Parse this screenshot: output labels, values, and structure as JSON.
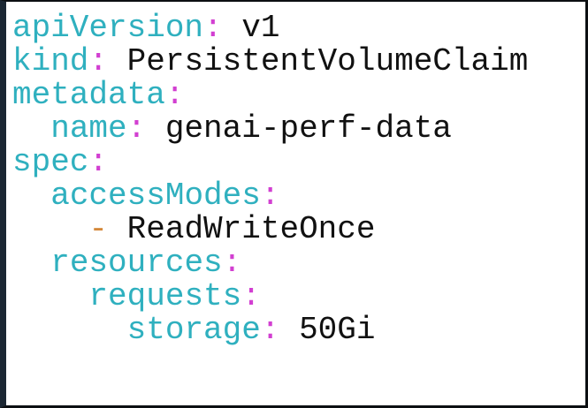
{
  "colors": {
    "key": "#2fb0bf",
    "colon": "#d23fd1",
    "value": "#111111",
    "dash": "#d4883a",
    "background": "#ffffff",
    "border": "#0c0f12"
  },
  "yaml": {
    "lines": [
      {
        "indent": "",
        "key": "apiVersion",
        "colon": ":",
        "value": " v1"
      },
      {
        "indent": "",
        "key": "kind",
        "colon": ":",
        "value": " PersistentVolumeClaim"
      },
      {
        "indent": "",
        "key": "metadata",
        "colon": ":",
        "value": ""
      },
      {
        "indent": "  ",
        "key": "name",
        "colon": ":",
        "value": " genai-perf-data"
      },
      {
        "indent": "",
        "key": "spec",
        "colon": ":",
        "value": ""
      },
      {
        "indent": "  ",
        "key": "accessModes",
        "colon": ":",
        "value": ""
      },
      {
        "indent": "    ",
        "dash": "-",
        "value": " ReadWriteOnce"
      },
      {
        "indent": "  ",
        "key": "resources",
        "colon": ":",
        "value": ""
      },
      {
        "indent": "    ",
        "key": "requests",
        "colon": ":",
        "value": ""
      },
      {
        "indent": "      ",
        "key": "storage",
        "colon": ":",
        "value": " 50Gi"
      }
    ]
  }
}
